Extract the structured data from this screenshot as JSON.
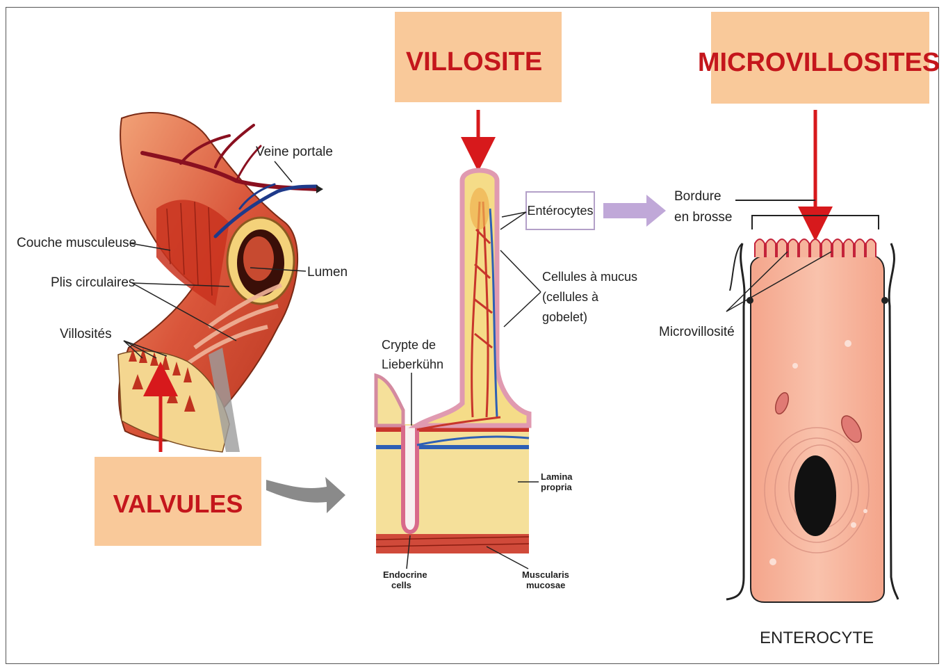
{
  "titles": {
    "villosite": "VILLOSITE",
    "microvillosites": "MICROVILLOSITES",
    "valvules": "VALVULES"
  },
  "intestine": {
    "veine_portale": "Veine portale",
    "couche_musculeuse": "Couche musculeuse",
    "plis_circulaires": "Plis circulaires",
    "lumen": "Lumen",
    "villosites": "Villosités"
  },
  "villus": {
    "enterocytes": "Entérocytes",
    "cellules_mucus_1": "Cellules à mucus",
    "cellules_mucus_2": "(cellules à",
    "cellules_mucus_3": "gobelet)",
    "crypte_1": "Crypte de",
    "crypte_2": "Lieberkühn",
    "lamina_1": "Lamina",
    "lamina_2": "propria",
    "endocrine_1": "Endocrine",
    "endocrine_2": "cells",
    "muscularis_1": "Muscularis",
    "muscularis_2": "mucosae"
  },
  "cell": {
    "bordure_1": "Bordure",
    "bordure_2": "en brosse",
    "microvillosite": "Microvillosité",
    "enterocyte": "ENTEROCYTE"
  },
  "colors": {
    "title_box": "#f9c99a",
    "title_text": "#c4161c",
    "arrow_red": "#d7191c",
    "tissue_pink": "#f4a78e",
    "cell_fill": "#f6b49c",
    "lamina": "#f5e09a",
    "muscle": "#c8352b"
  }
}
